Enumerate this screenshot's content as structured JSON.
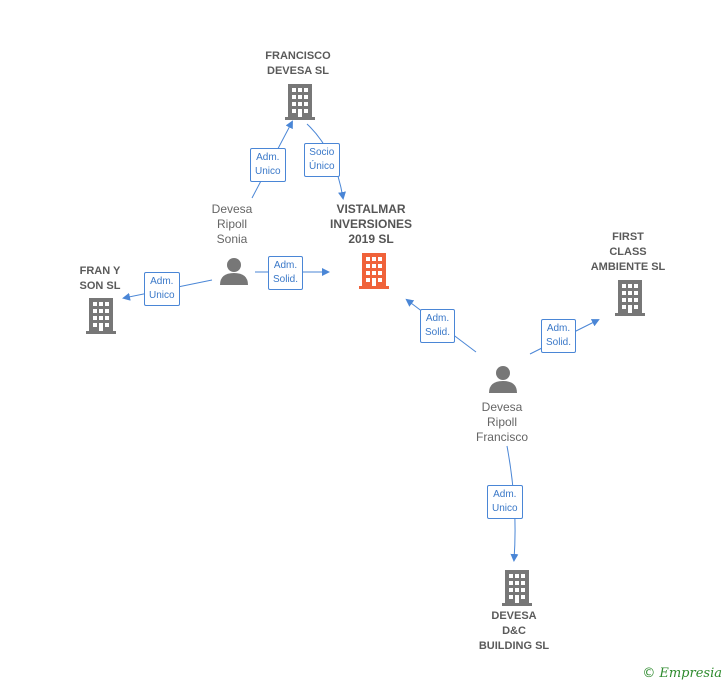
{
  "nodes": {
    "francisco_devesa": {
      "lines": [
        "FRANCISCO",
        "DEVESA SL"
      ]
    },
    "vistalmar": {
      "lines": [
        "VISTALMAR",
        "INVERSIONES",
        "2019 SL"
      ]
    },
    "fran_y_son": {
      "lines": [
        "FRAN Y",
        "SON SL"
      ]
    },
    "first_class": {
      "lines": [
        "FIRST",
        "CLASS",
        "AMBIENTE SL"
      ]
    },
    "devesa_dc": {
      "lines": [
        "DEVESA",
        "D&C",
        "BUILDING SL"
      ]
    },
    "sonia": {
      "lines": [
        "Devesa",
        "Ripoll",
        "Sonia"
      ]
    },
    "francisco": {
      "lines": [
        "Devesa",
        "Ripoll",
        "Francisco"
      ]
    }
  },
  "relations": {
    "sonia_francisco_devesa": {
      "lines": [
        "Adm.",
        "Unico"
      ]
    },
    "francisco_devesa_vistalmar": {
      "lines": [
        "Socio",
        "Único"
      ]
    },
    "sonia_vistalmar": {
      "lines": [
        "Adm.",
        "Solid."
      ]
    },
    "sonia_fran_y_son": {
      "lines": [
        "Adm.",
        "Unico"
      ]
    },
    "francisco_vistalmar": {
      "lines": [
        "Adm.",
        "Solid."
      ]
    },
    "francisco_first_class": {
      "lines": [
        "Adm.",
        "Solid."
      ]
    },
    "francisco_devesa_dc": {
      "lines": [
        "Adm.",
        "Unico"
      ]
    }
  },
  "colors": {
    "main_company": "#f0623a",
    "company": "#777777",
    "person": "#777777",
    "link": "#4a86d6"
  },
  "icons": {
    "company": "building-icon",
    "person": "person-icon"
  },
  "brand": {
    "symbol": "©",
    "name": "Empresia"
  }
}
